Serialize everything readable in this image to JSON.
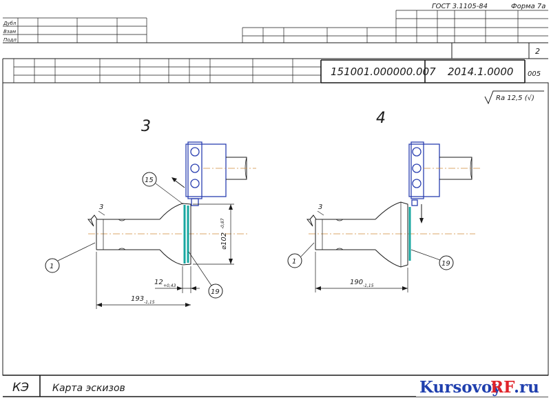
{
  "header": {
    "standard": "ГОСТ 3.1105-84",
    "form": "Форма 7а",
    "side_labels": [
      "Дубл",
      "Взам",
      "Подл"
    ],
    "sheet": "2",
    "doc_code": "151001.000000.007",
    "part_code": "2014.1.0000",
    "op_number": "005"
  },
  "roughness": "Ra 12,5 (√)",
  "sketches": [
    {
      "number": "3",
      "callouts": [
        "15",
        "1",
        "19"
      ],
      "base_mark": "3",
      "dim_diameter": "⌀102",
      "dim_diameter_tol": "-0,87",
      "dim_length_small": "12",
      "dim_length_small_tol": "+0,43",
      "dim_length_total": "193",
      "dim_length_total_tol": "-1,15"
    },
    {
      "number": "4",
      "callouts": [
        "1",
        "19"
      ],
      "base_mark": "3",
      "dim_length_total": "190",
      "dim_length_total_tol": "-1,15"
    }
  ],
  "footer": {
    "code": "КЭ",
    "title": "Карта эскизов"
  },
  "watermark": {
    "part1": "Kursovoy",
    "part2": "RF",
    "part3": ".ru"
  },
  "colors": {
    "line": "#1a1a1a",
    "tool": "#2a3fb0",
    "surface": "#17a7a0",
    "axis": "#d08a3a",
    "wm_blue": "#1f3fae",
    "wm_red": "#e0242a"
  }
}
